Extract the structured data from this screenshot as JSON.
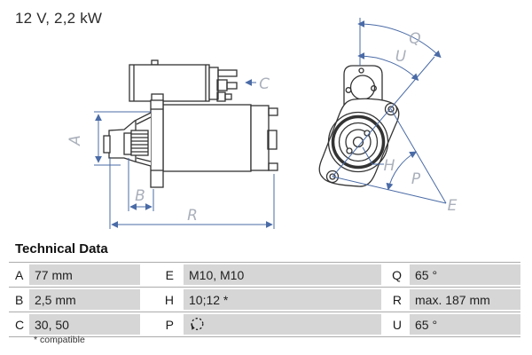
{
  "title": "12 V, 2,2 kW",
  "section": {
    "heading": "Technical Data",
    "footnote": "* compatible"
  },
  "table": {
    "rows": [
      {
        "c1k": "A",
        "c1v": "77 mm",
        "c2k": "E",
        "c2v": "M10, M10",
        "c3k": "Q",
        "c3v": "65 °"
      },
      {
        "c1k": "B",
        "c1v": "2,5 mm",
        "c2k": "H",
        "c2v": "10;12 *",
        "c3k": "R",
        "c3v": "max. 187 mm"
      },
      {
        "c1k": "C",
        "c1v": "30, 50",
        "c2k": "P",
        "c2v": "",
        "c3k": "U",
        "c3v": "65 °"
      }
    ],
    "p_value_icon": "rotation-ccw-icon"
  },
  "diagram": {
    "side_labels": {
      "A": "A",
      "B": "B",
      "C": "C",
      "R": "R"
    },
    "front_labels": {
      "Q": "Q",
      "U": "U",
      "H": "H",
      "P": "P",
      "E": "E"
    }
  },
  "colors": {
    "dimension_blue": "#4a6ba6",
    "dim_label_grey": "#aab0bb",
    "outline_dark": "#333333",
    "table_row_bg": "#d6d6d6",
    "table_line": "#ababab"
  }
}
